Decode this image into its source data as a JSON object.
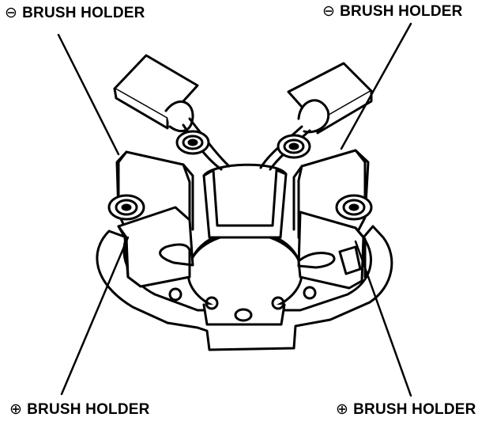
{
  "labels": {
    "top_left": {
      "symbol": "⊖",
      "text": "BRUSH HOLDER"
    },
    "top_right": {
      "symbol": "⊖",
      "text": "BRUSH HOLDER"
    },
    "bottom_left": {
      "symbol": "⊕",
      "text": "BRUSH HOLDER"
    },
    "bottom_right": {
      "symbol": "⊕",
      "text": "BRUSH HOLDER"
    }
  }
}
